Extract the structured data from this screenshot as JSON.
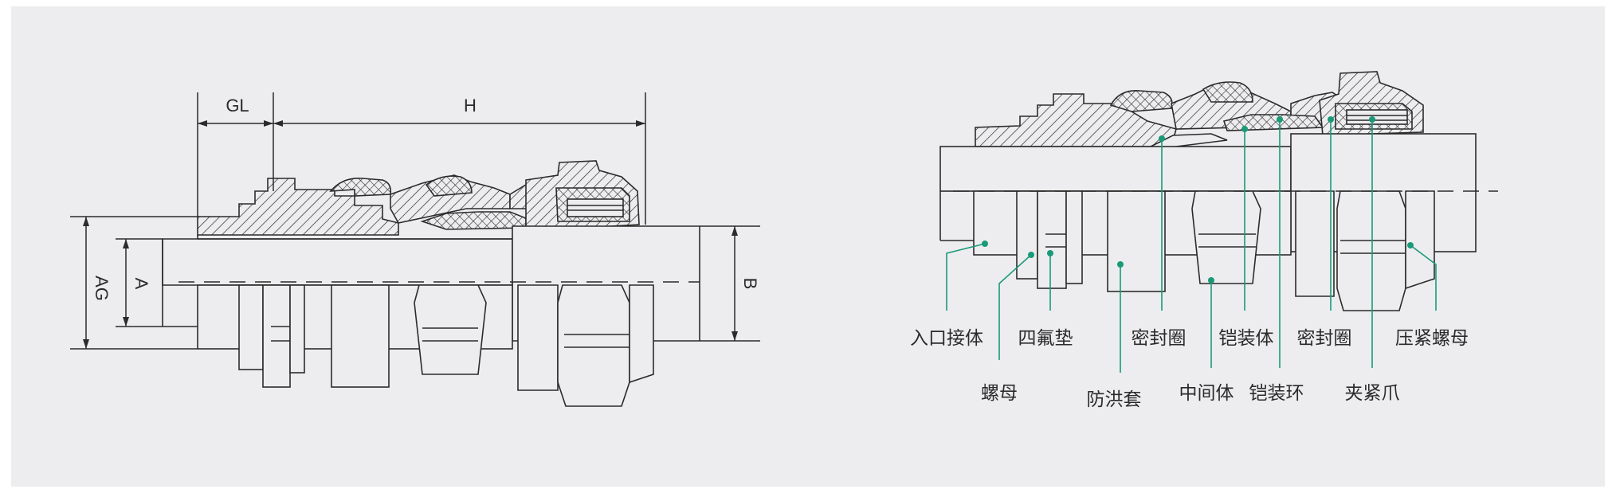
{
  "dimensions": {
    "gl": "GL",
    "h": "H",
    "a": "A",
    "ag": "AG",
    "b": "B"
  },
  "parts": {
    "entry_body": "入口接体",
    "ptfe_gasket": "四氟垫",
    "seal_ring_1": "密封圈",
    "armor_body": "铠装体",
    "seal_ring_2": "密封圈",
    "compression_nut": "压紧螺母",
    "nut": "螺母",
    "flood_sleeve": "防洪套",
    "middle_body": "中间体",
    "armor_ring": "铠装环",
    "clamp_claw": "夹紧爪"
  },
  "colors": {
    "leader": "#1a9a78",
    "line": "#2b2b2b",
    "panel": "#ededef"
  }
}
